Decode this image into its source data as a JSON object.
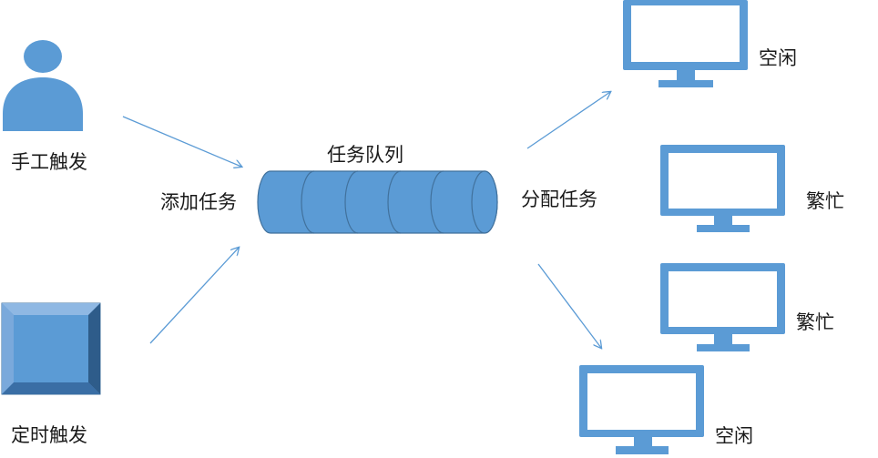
{
  "labels": {
    "manual_trigger": "手工触发",
    "timer_trigger": "定时触发",
    "add_task": "添加任务",
    "task_queue": "任务队列",
    "dispatch_task": "分配任务"
  },
  "workers": [
    {
      "status": "空闲"
    },
    {
      "status": "繁忙"
    },
    {
      "status": "繁忙"
    },
    {
      "status": "空闲"
    }
  ],
  "colors": {
    "fill": "#5b9bd5",
    "outline": "#41719c",
    "arrow": "#5b9bd5",
    "bevel_light": "#8fb8e3",
    "bevel_dark": "#2e5c8a"
  },
  "icons": [
    "user-icon",
    "timer-block-icon",
    "queue-cylinder-icon",
    "monitor-icon"
  ]
}
